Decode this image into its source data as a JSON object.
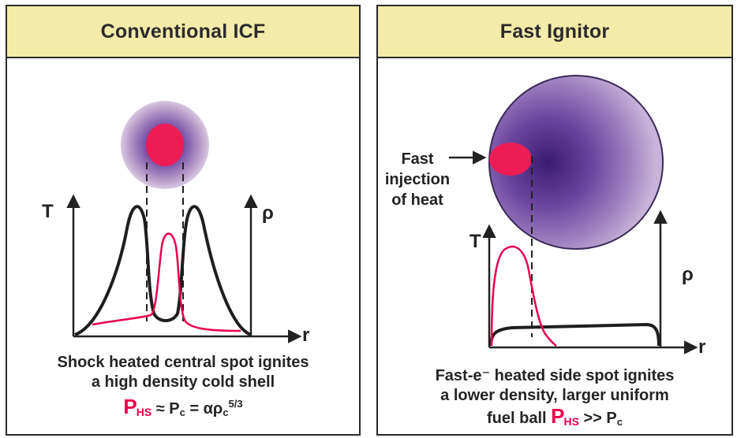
{
  "left": {
    "title": "Conventional ICF",
    "axes": {
      "t": "T",
      "rho": "ρ",
      "r": "r"
    },
    "caption": {
      "line1": "Shock heated central spot ignites",
      "line2": "a high density cold shell",
      "formula": {
        "p": "P",
        "hs": "HS",
        "eq1": " ≈ P",
        "c": "c",
        "eq2": " = αρ",
        "c2": "c",
        "exp": "5/3"
      }
    }
  },
  "right": {
    "title": "Fast Ignitor",
    "axes": {
      "t": "T",
      "rho": "ρ",
      "r": "r"
    },
    "annotation": {
      "line1": "Fast",
      "line2": "injection",
      "line3": "of heat"
    },
    "caption": {
      "line1": "Fast-e⁻ heated side spot ignites",
      "line2": "a lower density, larger uniform",
      "line3_prefix": "fuel ball ",
      "formula": {
        "p": "P",
        "hs": "HS",
        "gt": " >> P",
        "c": "c"
      }
    }
  },
  "colors": {
    "header_bg": "#f3eba9",
    "hot_spot": "#ee1c55",
    "pink_curve": "#e8004a",
    "fuel_purple": "#5a3592"
  }
}
